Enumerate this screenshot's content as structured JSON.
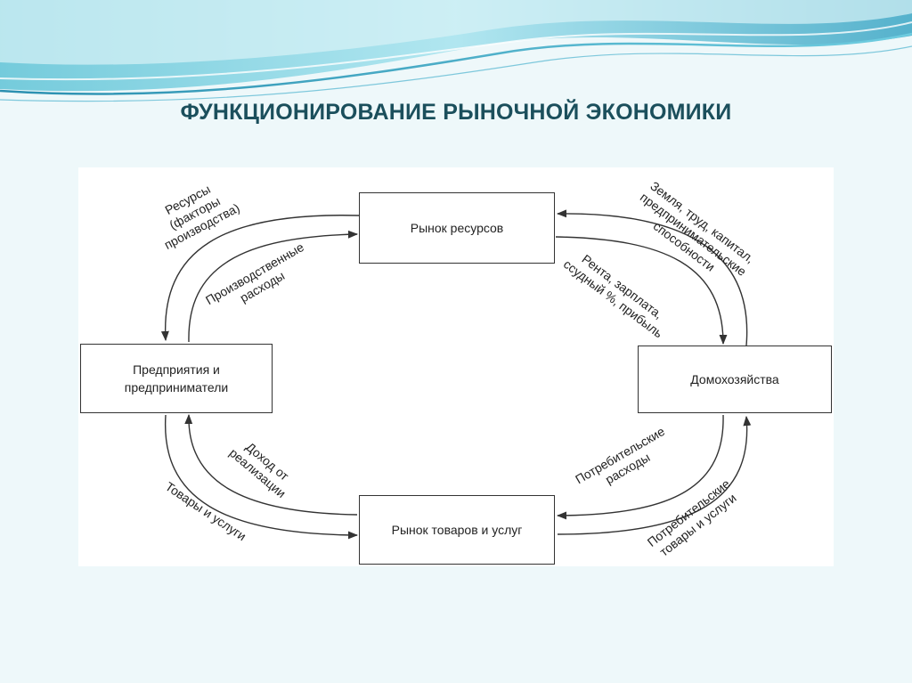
{
  "title": "ФУНКЦИОНИРОВАНИЕ РЫНОЧНОЙ ЭКОНОМИКИ",
  "colors": {
    "title": "#1b4f5c",
    "wave_dark": "#2a8fb0",
    "wave_light": "#7fd0e0",
    "panel": "#ffffff",
    "stroke": "#333333"
  },
  "nodes": {
    "resource_market": "Рынок ресурсов",
    "enterprises_line1": "Предприятия и",
    "enterprises_line2": "предприниматели",
    "households": "Домохозяйства",
    "goods_market": "Рынок товаров и услуг"
  },
  "flows": {
    "resources_line1": "Ресурсы",
    "resources_line2": "(факторы",
    "resources_line3": "производства)",
    "production_costs_line1": "Производственные",
    "production_costs_line2": "расходы",
    "factors_line1": "Земля, труд, капитал,",
    "factors_line2": "предпринимательские",
    "factors_line3": "способности",
    "income_line1": "Рента, зарплата,",
    "income_line2": "ссудный %, прибыль",
    "revenue_line1": "Доход от",
    "revenue_line2": "реализации",
    "goods_services": "Товары и услуги",
    "consumer_spending_line1": "Потребительские",
    "consumer_spending_line2": "расходы",
    "consumer_goods_line1": "Потребительские",
    "consumer_goods_line2": "товары и услуги"
  }
}
